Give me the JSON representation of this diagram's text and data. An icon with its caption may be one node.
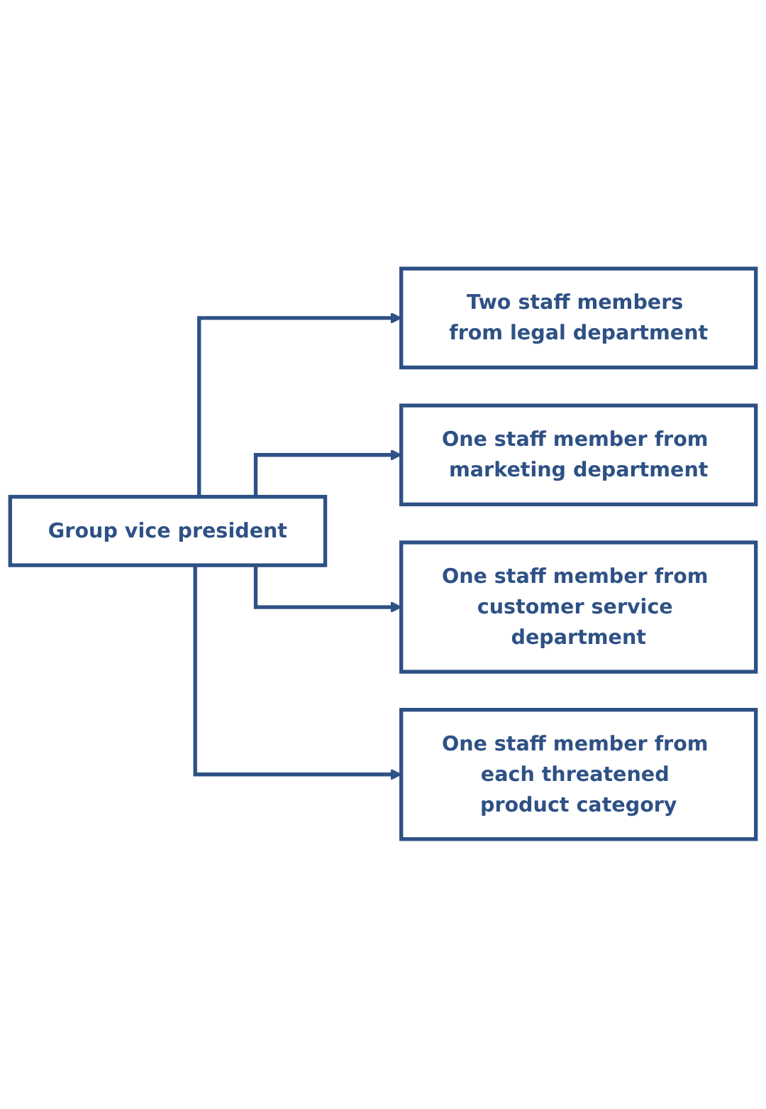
{
  "diagram": {
    "nodes": [
      {
        "text": [
          "Group vice president"
        ]
      },
      {
        "text": [
          "Two staff members from legal department"
        ]
      },
      {
        "text": [
          "One staff member from marketing department"
        ]
      },
      {
        "text": [
          "One staff member from customer service department"
        ]
      },
      {
        "text": [
          "One staff member from each threatened product category"
        ]
      }
    ],
    "edges": [
      {
        "from": 0,
        "to": 1,
        "arrow": "to"
      },
      {
        "from": 0,
        "to": 2,
        "arrow": "to"
      },
      {
        "from": 0,
        "to": 3,
        "arrow": "to"
      },
      {
        "from": 0,
        "to": 4,
        "arrow": "to"
      }
    ]
  }
}
